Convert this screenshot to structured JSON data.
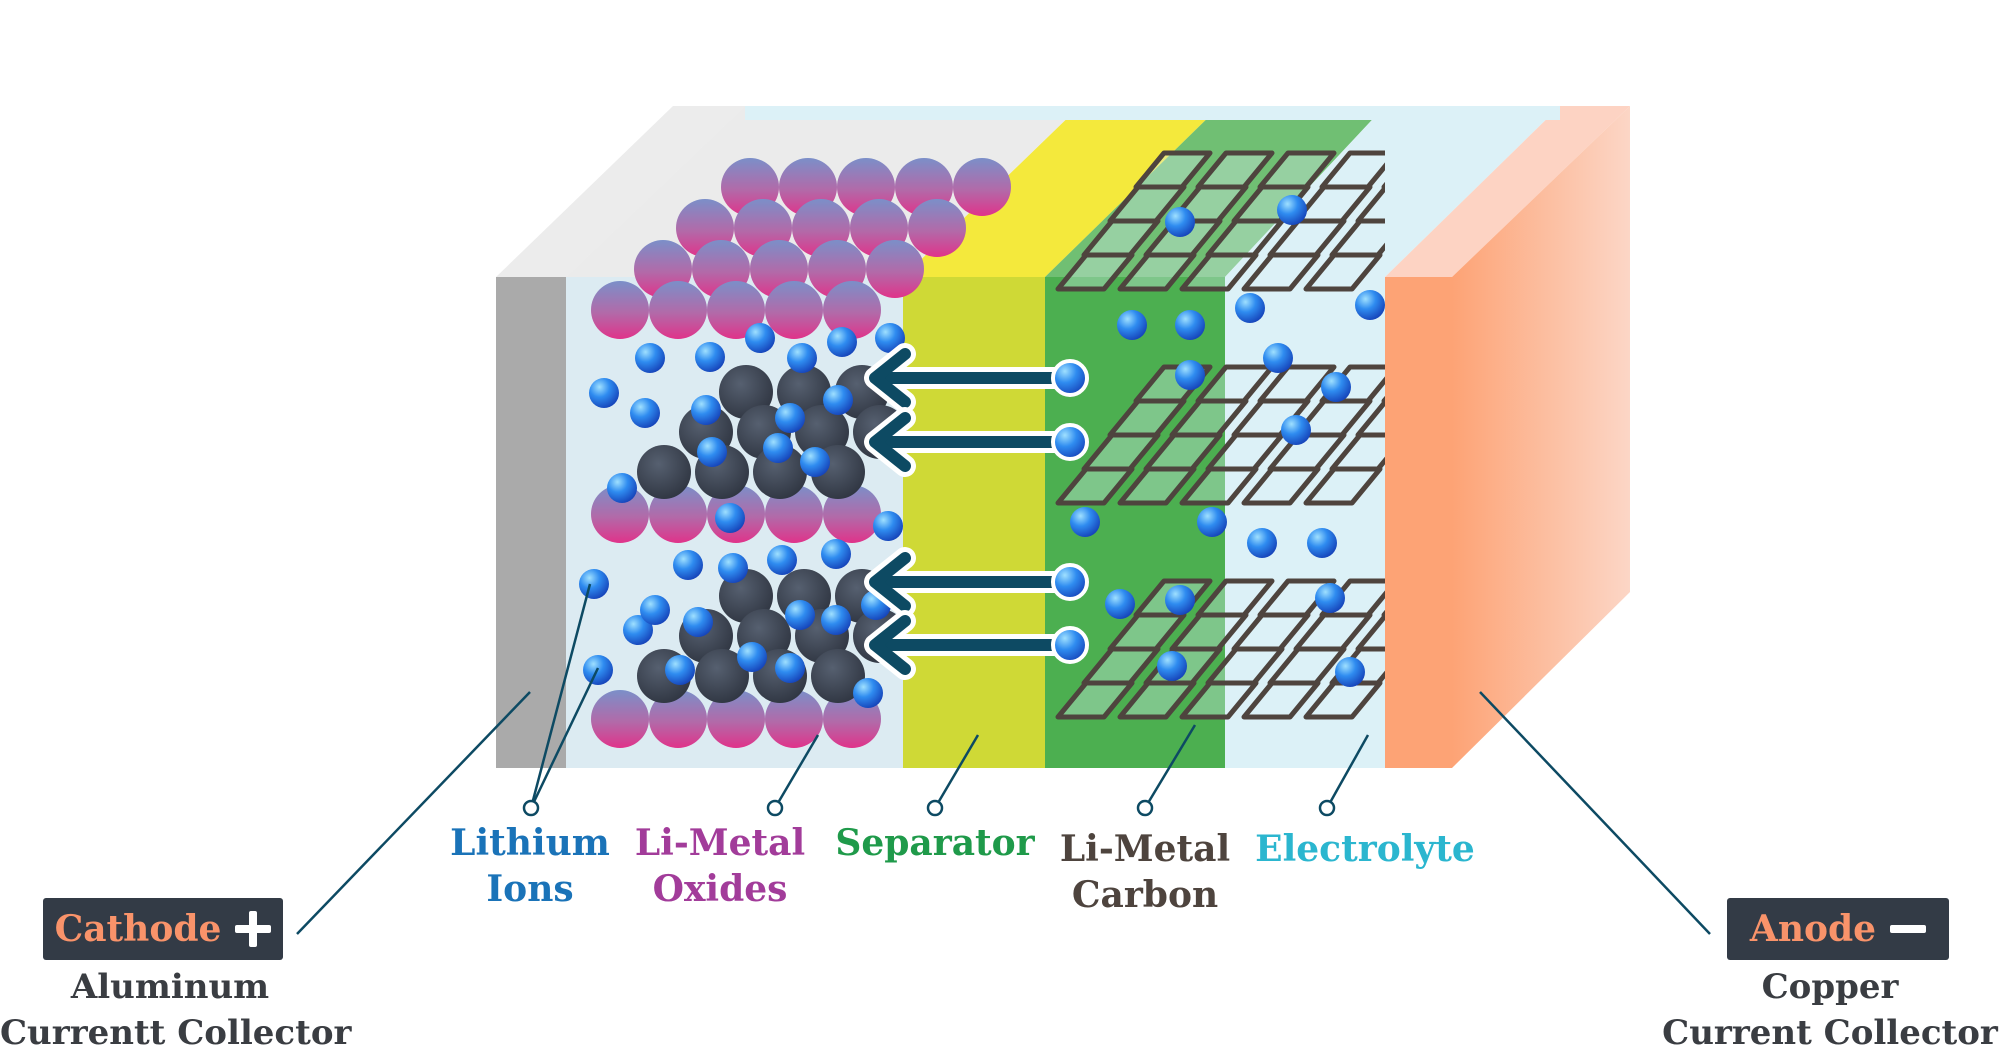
{
  "labels": {
    "lithium_ions": {
      "line1": "Lithium",
      "line2": "Ions",
      "color": "#1a73b8"
    },
    "li_metal_oxides": {
      "line1": "Li-Metal",
      "line2": "Oxides",
      "color": "#a23c9a"
    },
    "separator": {
      "text": "Separator",
      "color": "#1f9a4a"
    },
    "li_metal_carbon": {
      "line1": "Li-Metal",
      "line2": "Carbon",
      "color": "#4e443e"
    },
    "electrolyte": {
      "text": "Electrolyte",
      "color": "#2bb6cf"
    }
  },
  "cathode": {
    "tag": "Cathode",
    "sign": "+",
    "line1": "Aluminum",
    "line2": "Currentt Collector"
  },
  "anode": {
    "tag": "Anode",
    "sign": "−",
    "line1": "Copper",
    "line2": "Current Collector"
  },
  "colors": {
    "aluminum": "#aaaaaa",
    "electrolyte": "#dcf1f7",
    "separator": "#cfd936",
    "separator_top": "#f4e93c",
    "carbon_zone": "#4caf50",
    "copper": "#fda375",
    "arrow": "#0d4a63",
    "ion": "#2f8cf0",
    "oxide_top": "#7b8fc9",
    "oxide_bottom": "#e0338a",
    "dark_sphere": "#3b4250",
    "hexagon": "#4e443e"
  },
  "icons": [
    "plus-icon",
    "minus-icon",
    "ion-arrow-icon"
  ]
}
